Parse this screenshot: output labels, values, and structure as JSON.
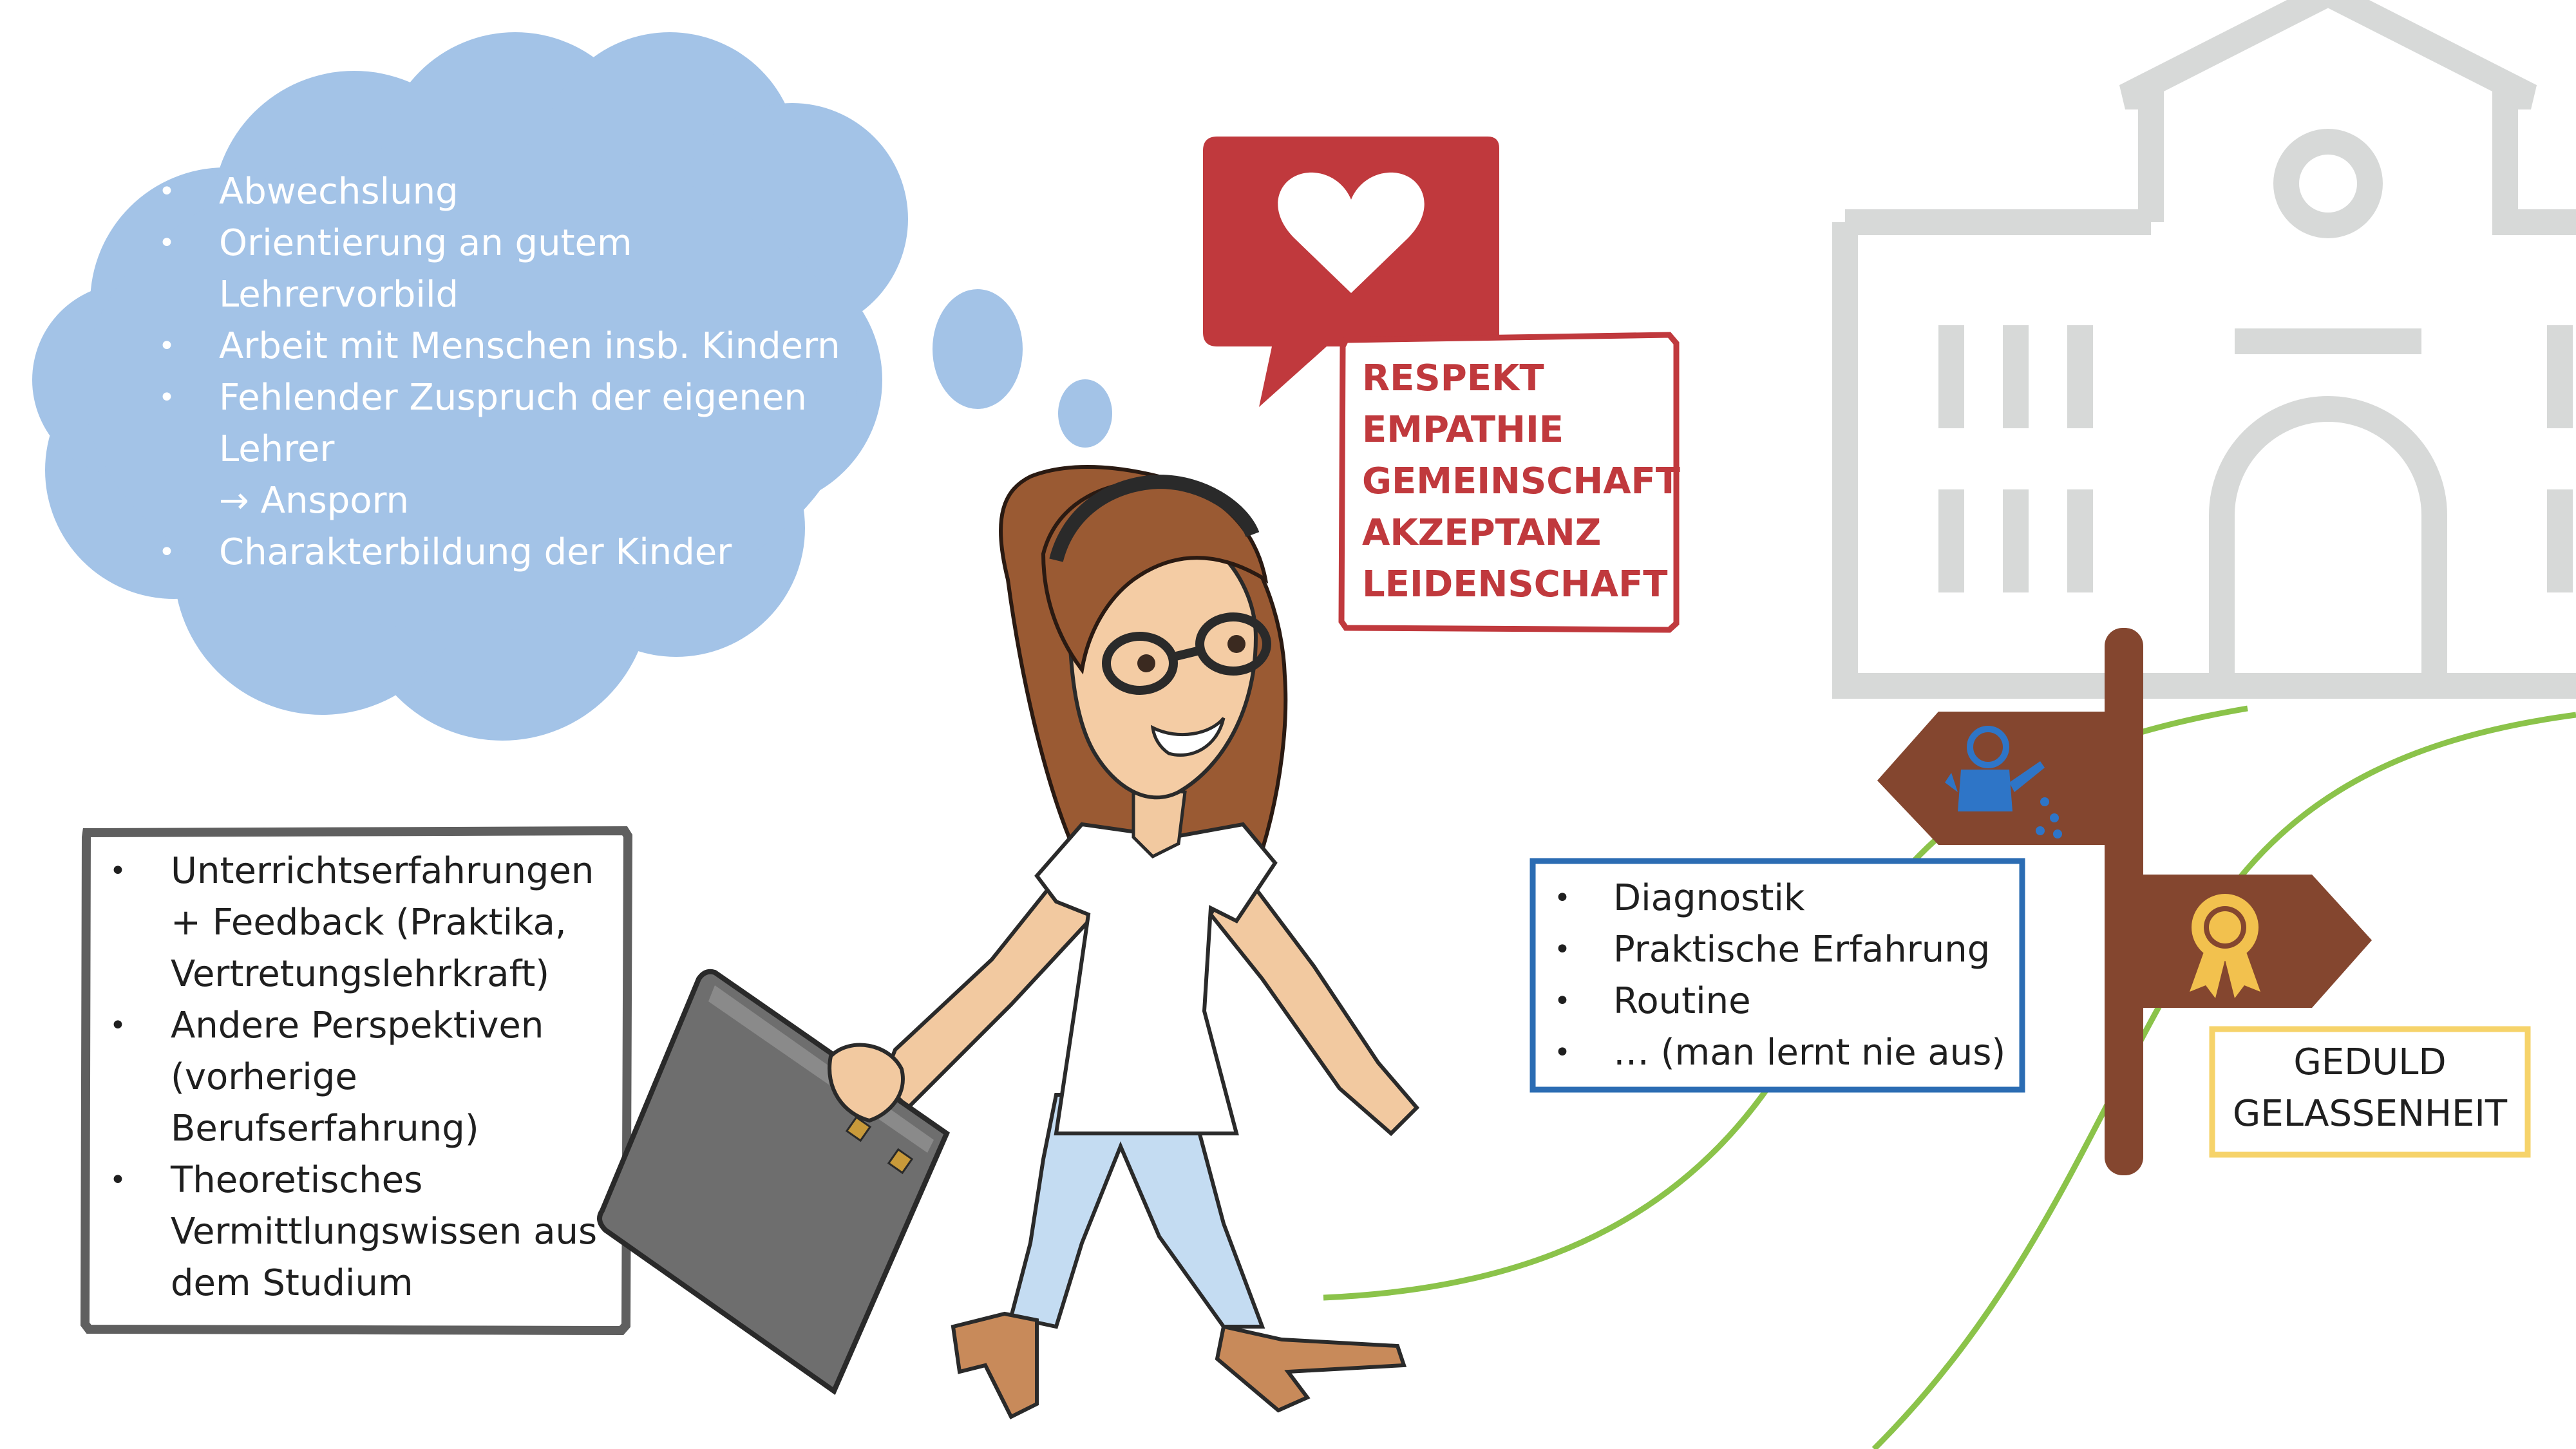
{
  "motivation_cloud": {
    "items": [
      "Abwechslung",
      "Orientierung an gutem Lehrervorbild",
      "Arbeit mit Menschen insb. Kindern",
      "Fehlender Zuspruch der eigenen Lehrer",
      "Charakterbildung der Kinder"
    ],
    "sub_item": "→ Ansporn",
    "bullet": "•"
  },
  "values_box": {
    "items": [
      "RESPEKT",
      "EMPATHIE",
      "GEMEINSCHAFT",
      "AKZEPTANZ",
      "LEIDENSCHAFT"
    ],
    "icon": "heart-speech-bubble-icon"
  },
  "experience_box": {
    "items": [
      "Unterrichtserfahrungen + Feedback (Praktika, Vertretungslehrkraft)",
      "Andere Perspektiven (vorherige Berufserfahrung)",
      "Theoretisches Vermittlungswissen aus dem Studium"
    ]
  },
  "skills_box": {
    "items": [
      "Diagnostik",
      "Praktische Erfahrung",
      "Routine",
      "… (man lernt nie aus)"
    ]
  },
  "patience_box": {
    "lines": [
      "GEDULD",
      "GELASSENHEIT"
    ]
  },
  "signpost": {
    "left_sign_icon": "watering-can-icon",
    "right_sign_icon": "award-rosette-icon"
  },
  "background": {
    "building_icon": "school-building-icon"
  },
  "character": {
    "icon": "teacher-avatar-with-briefcase"
  },
  "colors": {
    "cloud": "#a3c3e7",
    "values_red": "#c0393d",
    "experience_grey": "#5f5f5f",
    "skills_blue": "#2b6cb3",
    "patience_yellow": "#f6d36a",
    "path_green": "#8bc34a",
    "signpost_brown": "#84462f",
    "building_grey": "#d7d9d8"
  }
}
